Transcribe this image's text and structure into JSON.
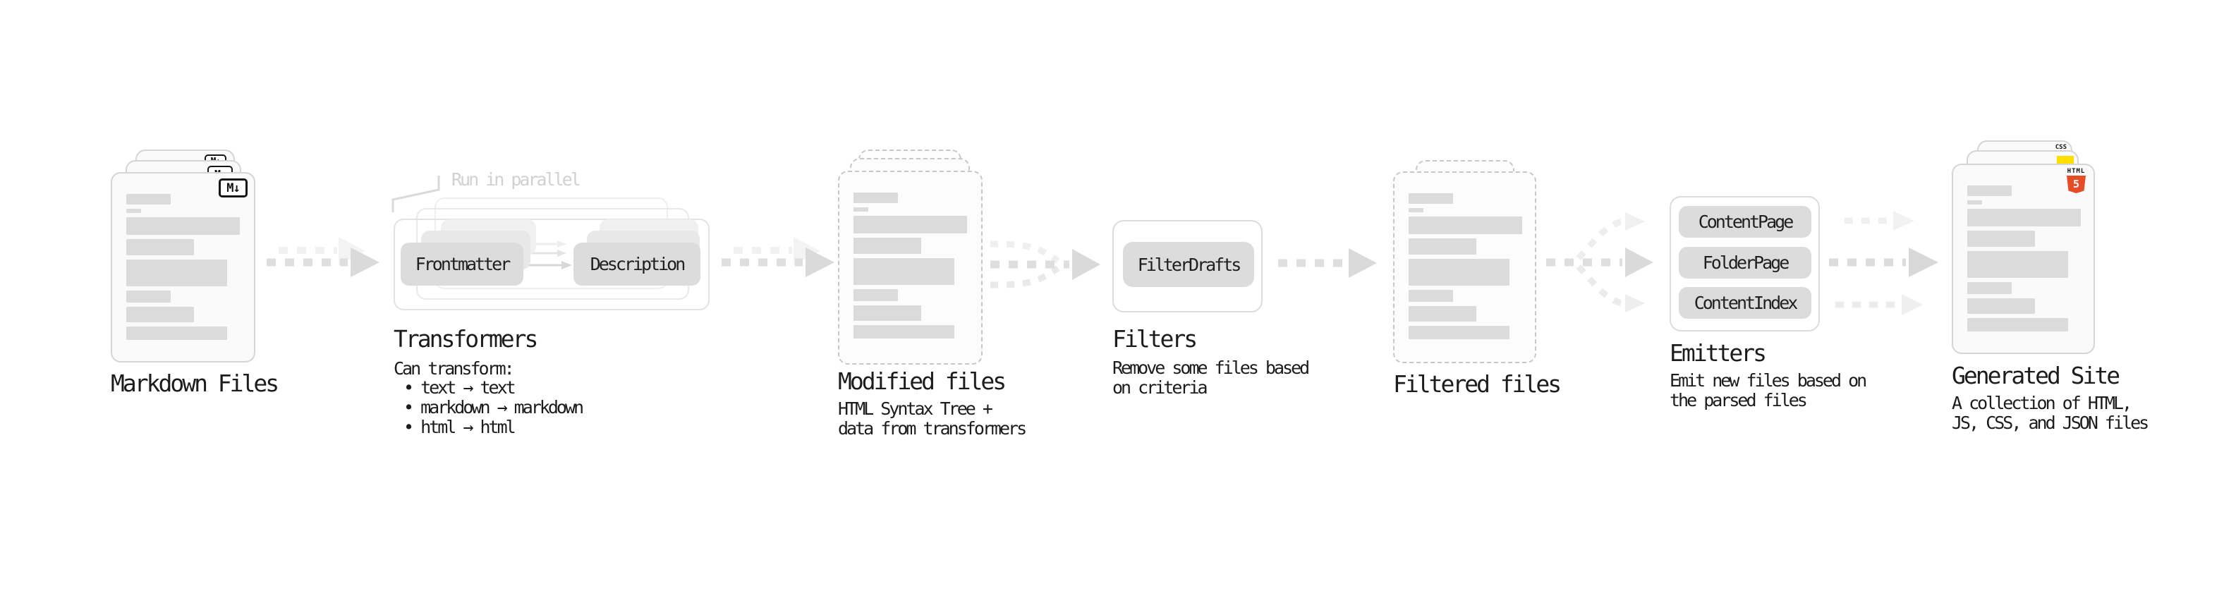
{
  "diagram": {
    "markdown_files": {
      "title": "Markdown Files",
      "badge": "M↓"
    },
    "transformers": {
      "title": "Transformers",
      "callout": "Run in parallel",
      "box_frontmatter": "Frontmatter",
      "box_description": "Description",
      "desc_heading": "Can transform:",
      "bullets": [
        "• text → text",
        "• markdown → markdown",
        "• html → html"
      ]
    },
    "modified_files": {
      "title": "Modified files",
      "desc_line1": "HTML Syntax Tree +",
      "desc_line2": "data from transformers"
    },
    "filters": {
      "title": "Filters",
      "box_filterdrafts": "FilterDrafts",
      "desc_line1": "Remove some files based",
      "desc_line2": "on criteria"
    },
    "filtered_files": {
      "title": "Filtered files"
    },
    "emitters": {
      "title": "Emitters",
      "boxes": [
        "ContentPage",
        "FolderPage",
        "ContentIndex"
      ],
      "desc_line1": "Emit new files based on",
      "desc_line2": "the parsed files"
    },
    "generated_site": {
      "title": "Generated Site",
      "desc_line1": "A collection of HTML,",
      "desc_line2": "JS, CSS, and JSON files",
      "badge_html_label": "HTML",
      "badge_html_number": "5",
      "badge_css": "CSS"
    }
  },
  "colors": {
    "html5_orange": "#e44d26",
    "js_yellow": "#ffde00",
    "css_blue": "#2964f2",
    "text": "#1c1c1c",
    "callout_gray": "#d1d1d1"
  }
}
